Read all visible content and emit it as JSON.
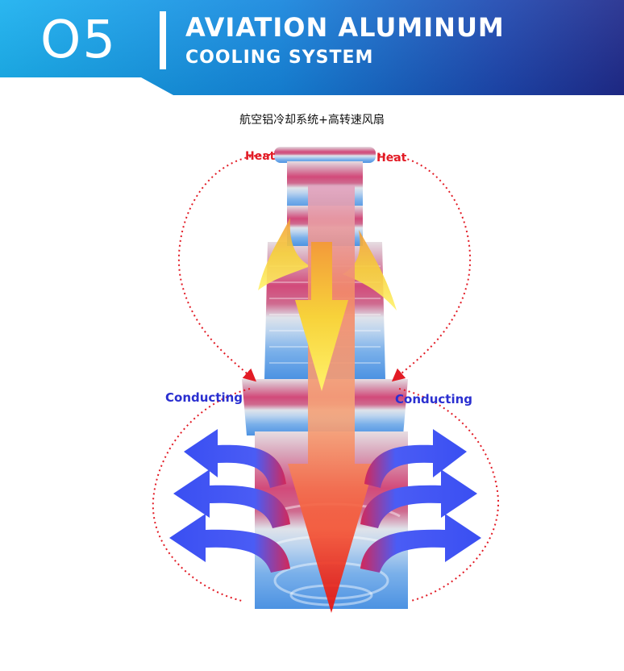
{
  "header": {
    "number": "O5",
    "title_line1": "AVIATION ALUMINUM",
    "title_line2": "COOLING SYSTEM"
  },
  "subtitle": "航空铝冷却系统+高转速风扇",
  "diagram": {
    "heat_left": "Heat",
    "heat_right": "Heat",
    "conducting_left": "Conducting",
    "conducting_right": "Conducting"
  },
  "colors": {
    "banner_dark": "#1f2a8c",
    "banner_light": "#1aa0e8",
    "heat_label": "#e21b25",
    "conducting_label": "#2a2fd0",
    "cool_arrow": "#3b52f0"
  }
}
